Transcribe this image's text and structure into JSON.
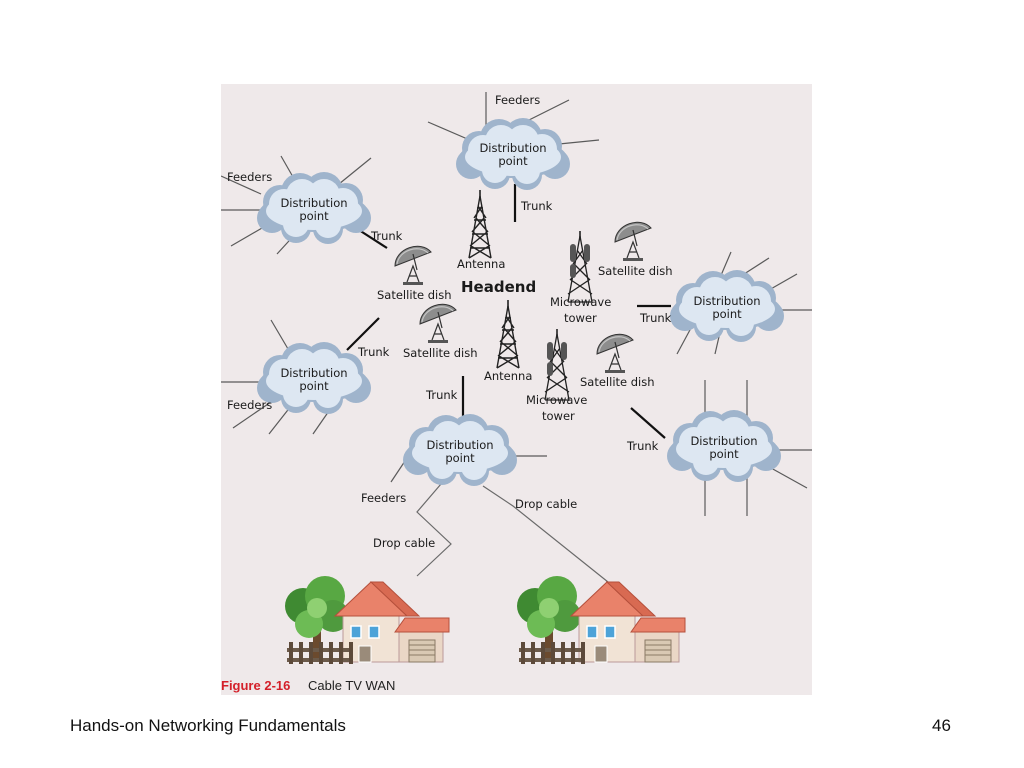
{
  "footer": {
    "title": "Hands-on Networking Fundamentals",
    "page_number": "46"
  },
  "figure": {
    "caption_number": "Figure 2-16",
    "caption_title": "Cable TV WAN",
    "colors": {
      "background": "#efe9ea",
      "cloud_fill": "#dde7f2",
      "cloud_outline": "#9fb4cc",
      "caption_number": "#d4202a",
      "trunk_line": "#111111",
      "feeder_line": "#5a5a5a",
      "roof": "#e9826a",
      "house_wall": "#f1e3d5",
      "tree": "#4f9a3e"
    },
    "headend_label": "Headend",
    "distribution_points": [
      {
        "line1": "Distribution",
        "line2": "point"
      },
      {
        "line1": "Distribution",
        "line2": "point"
      },
      {
        "line1": "Distribution",
        "line2": "point"
      },
      {
        "line1": "Distribution",
        "line2": "point"
      },
      {
        "line1": "Distribution",
        "line2": "point"
      },
      {
        "line1": "Distribution",
        "line2": "point"
      }
    ],
    "labels": {
      "feeders_top": "Feeders",
      "feeders_left_upper": "Feeders",
      "feeders_left_lower": "Feeders",
      "feeders_bottom": "Feeders",
      "trunk_top": "Trunk",
      "trunk_left_upper": "Trunk",
      "trunk_left_lower": "Trunk",
      "trunk_bottom": "Trunk",
      "trunk_right_upper": "Trunk",
      "trunk_right_lower": "Trunk",
      "antenna_top": "Antenna",
      "antenna_bottom": "Antenna",
      "satellite_dish_1": "Satellite dish",
      "satellite_dish_2": "Satellite dish",
      "satellite_dish_3": "Satellite dish",
      "satellite_dish_4": "Satellite dish",
      "microwave_tower_1_line1": "Microwave",
      "microwave_tower_1_line2": "tower",
      "microwave_tower_2_line1": "Microwave",
      "microwave_tower_2_line2": "tower",
      "drop_cable_1": "Drop cable",
      "drop_cable_2": "Drop cable"
    },
    "icons": [
      "cloud-icon",
      "antenna-tower-icon",
      "satellite-dish-icon",
      "microwave-tower-icon",
      "house-icon",
      "tree-icon"
    ]
  }
}
